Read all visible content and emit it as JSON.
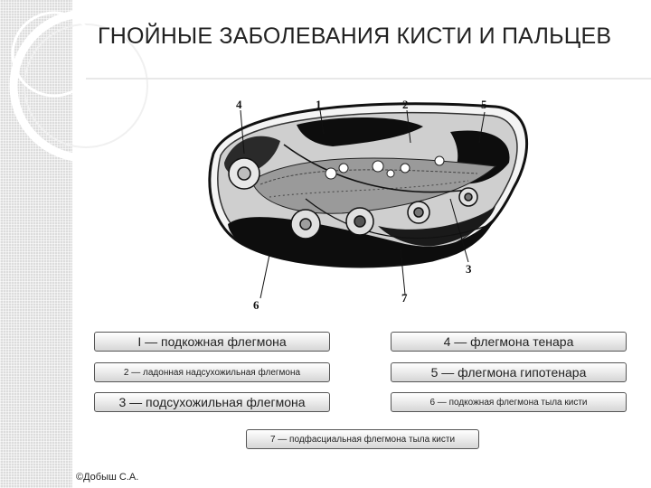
{
  "title": "ГНОЙНЫЕ ЗАБОЛЕВАНИЯ КИСТИ И ПАЛЬЦЕВ",
  "figure": {
    "numbers": [
      "4",
      "1",
      "2",
      "5",
      "3",
      "7",
      "6"
    ]
  },
  "legend": [
    "I — подкожная флегмона",
    "4 — флегмона тенара",
    "2 — ладонная надсухожильная флегмона",
    "5 — флегмона гипотенара",
    "3 — подсухожильная флегмона",
    "6 — подкожная флегмона тыла кисти",
    "7 — подфасциальная флегмона тыла кисти"
  ],
  "credit": "©Добыш С.А."
}
